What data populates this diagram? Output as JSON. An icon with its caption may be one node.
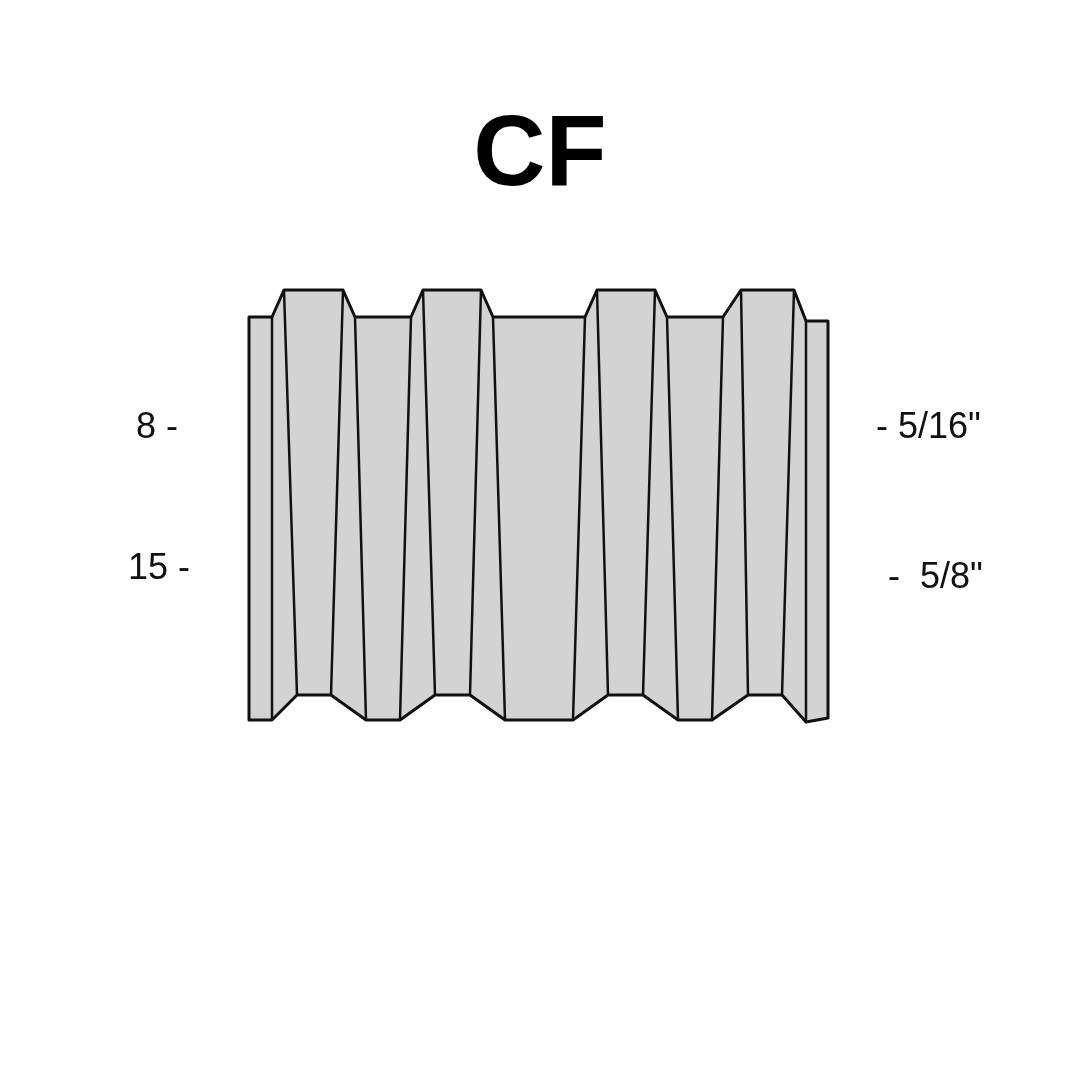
{
  "diagram": {
    "title": "CF",
    "labels": [
      "8 -",
      "- 5/16\"",
      "15 -",
      "-  5/8\""
    ]
  }
}
